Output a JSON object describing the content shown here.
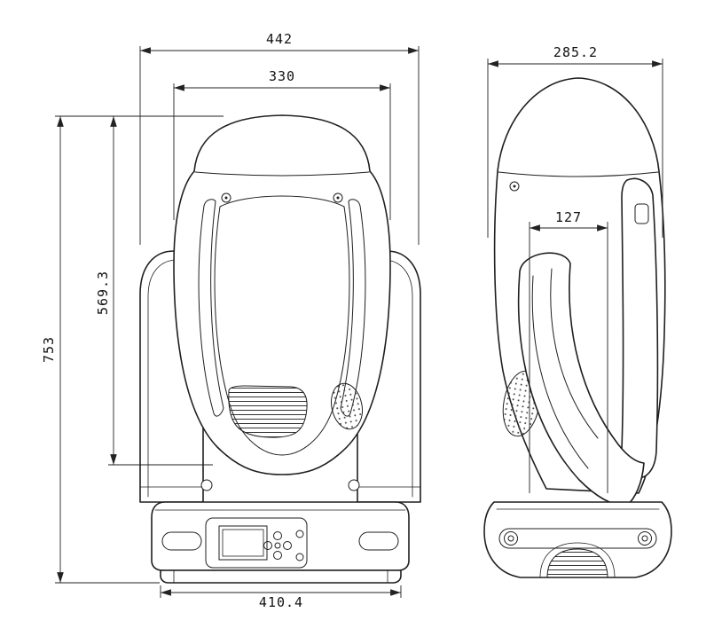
{
  "drawing": {
    "background": "#ffffff",
    "line_color": "#1f1f1f",
    "front_view": {
      "overall_width_mm": "442",
      "head_width_mm": "330",
      "head_height_mm": "569.3",
      "overall_height_mm": "753",
      "base_width_mm": "410.4"
    },
    "side_view": {
      "overall_depth_mm": "285.2",
      "arm_depth_mm": "127"
    }
  }
}
